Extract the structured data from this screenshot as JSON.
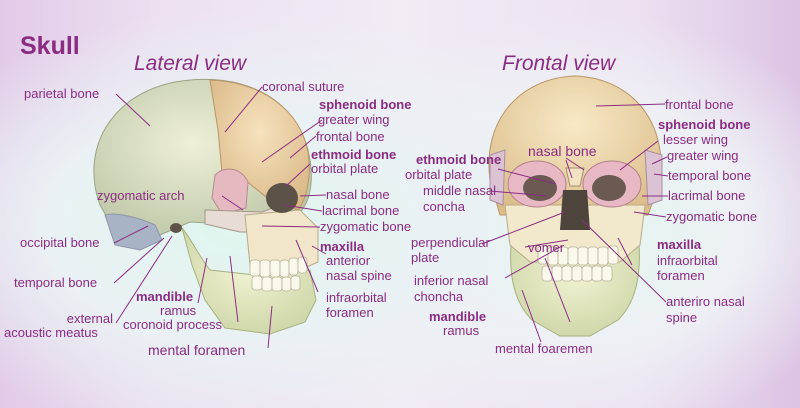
{
  "title": "Skull",
  "lateral": {
    "heading": "Lateral view",
    "parietal": "parietal bone",
    "coronal": "coronal suture",
    "sphenoid": "sphenoid bone",
    "greater_wing": "greater wing",
    "frontal": "frontal bone",
    "ethmoid": "ethmoid bone",
    "orbital": "orbital plate",
    "zyg_arch": "zygomatic arch",
    "nasal": "nasal bone",
    "lacrimal": "lacrimal bone",
    "zyg_bone": "zygomatic bone",
    "maxilla": "maxilla",
    "anterior": "anterior",
    "nasal_spine": "nasal spine",
    "infraorbital": "infraorbital",
    "foramen": "foramen",
    "occipital": "occipital bone",
    "temporal": "temporal bone",
    "external": "external",
    "acoustic": "acoustic meatus",
    "mandible": "mandible",
    "ramus": "ramus",
    "coronoid": "coronoid process",
    "mental": "mental foramen"
  },
  "frontal": {
    "heading": "Frontal view",
    "frontal_bone": "frontal bone",
    "sphenoid": "sphenoid bone",
    "lesser_wing": "lesser wing",
    "greater_wing": "greater wing",
    "nasal": "nasal bone",
    "ethmoid": "ethmoid bone",
    "orbital": "orbital plate",
    "middle_nasal": "middle nasal",
    "concha": "concha",
    "temporal": "temporal bone",
    "lacrimal": "lacrimal bone",
    "zygomatic": "zygomatic bone",
    "perpendicular": "perpendicular",
    "plate": "plate",
    "vomer": "vomer",
    "maxilla": "maxilla",
    "infraorbital": "infraorbital",
    "foramen": "foramen",
    "inferior_nasal": "inferior nasal",
    "choncha": "choncha",
    "mandible": "mandible",
    "ramus": "ramus",
    "anteriro": "anteriro nasal",
    "spine": "spine",
    "mental": "mental foaremen"
  }
}
